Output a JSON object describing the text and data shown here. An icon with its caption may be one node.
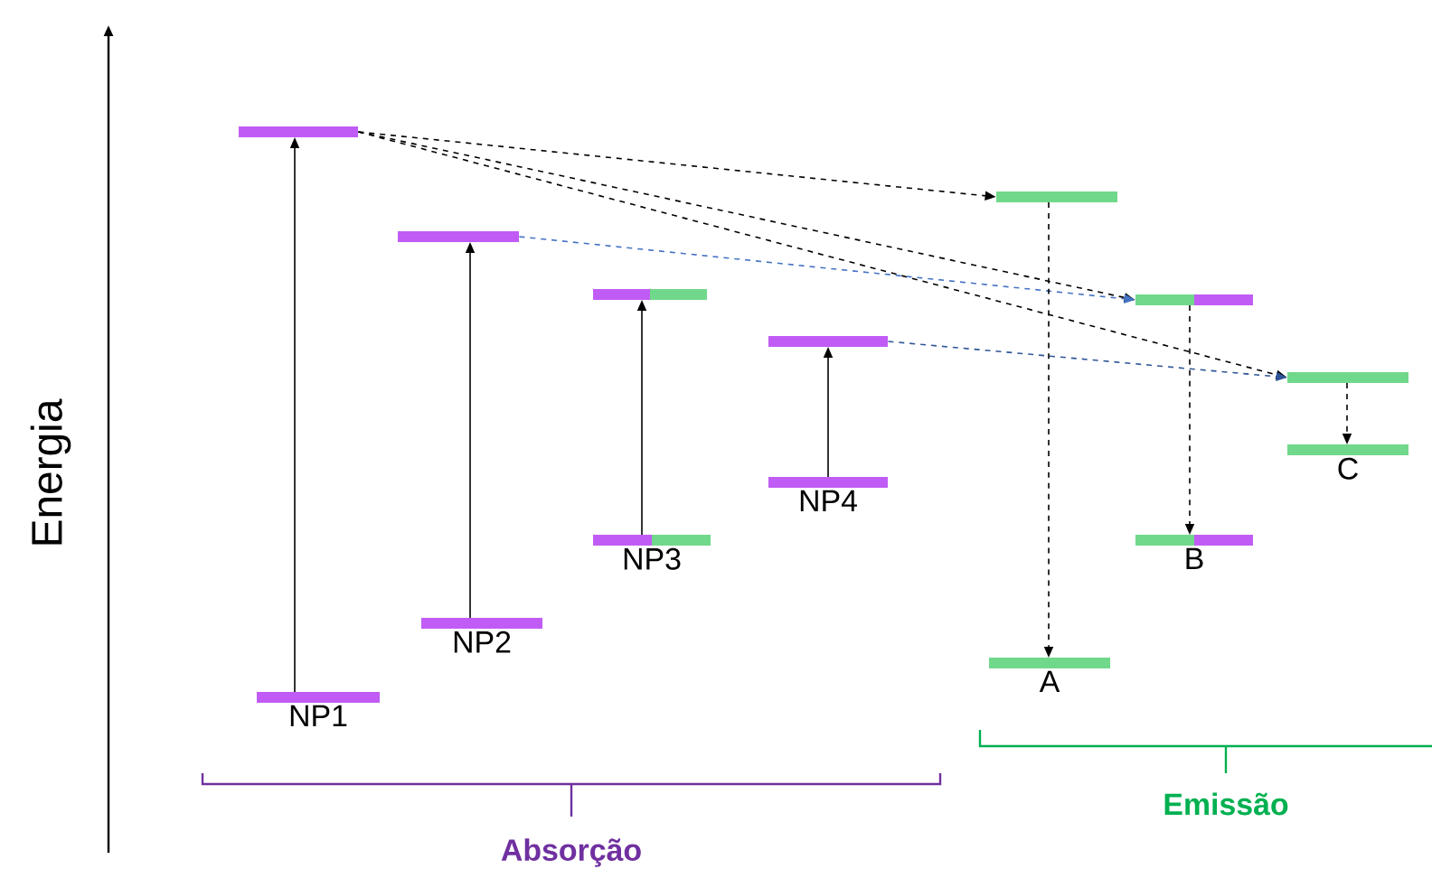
{
  "diagram": {
    "nodes": [
      {
        "text": [
          "NP1"
        ]
      },
      {
        "text": [],
        "shape": "bar"
      },
      {
        "text": [
          "NP2"
        ]
      },
      {
        "text": [],
        "shape": "bar"
      },
      {
        "text": [
          "NP3"
        ]
      },
      {
        "text": [],
        "shape": "bar"
      },
      {
        "text": [
          "NP4"
        ]
      },
      {
        "text": [],
        "shape": "bar"
      },
      {
        "text": [],
        "shape": "bar"
      },
      {
        "text": [
          "A"
        ]
      },
      {
        "text": [],
        "shape": "bar"
      },
      {
        "text": [
          "B"
        ]
      },
      {
        "text": [],
        "shape": "bar"
      },
      {
        "text": [
          "C"
        ]
      }
    ],
    "edges": [
      {
        "from": 0,
        "to": 1,
        "arrow": "to"
      },
      {
        "from": 2,
        "to": 3,
        "arrow": "to"
      },
      {
        "from": 4,
        "to": 5,
        "arrow": "to"
      },
      {
        "from": 6,
        "to": 7,
        "arrow": "to"
      },
      {
        "from": 1,
        "to": 8,
        "arrow": "to",
        "style": "dashed"
      },
      {
        "from": 1,
        "to": 10,
        "arrow": "to",
        "style": "dashed"
      },
      {
        "from": 1,
        "to": 12,
        "arrow": "to",
        "style": "dashed"
      },
      {
        "from": 3,
        "to": 10,
        "arrow": "to",
        "style": "dashed",
        "color": "#4472c4"
      },
      {
        "from": 7,
        "to": 12,
        "arrow": "to",
        "style": "dashed",
        "color": "#2f5597"
      },
      {
        "from": 8,
        "to": 9,
        "arrow": "to",
        "style": "dashed"
      },
      {
        "from": 10,
        "to": 11,
        "arrow": "to",
        "style": "dashed"
      },
      {
        "from": 12,
        "to": 13,
        "arrow": "to",
        "style": "dashed"
      }
    ],
    "labels": [
      "Energia",
      "Absorção",
      "Emissão"
    ]
  }
}
